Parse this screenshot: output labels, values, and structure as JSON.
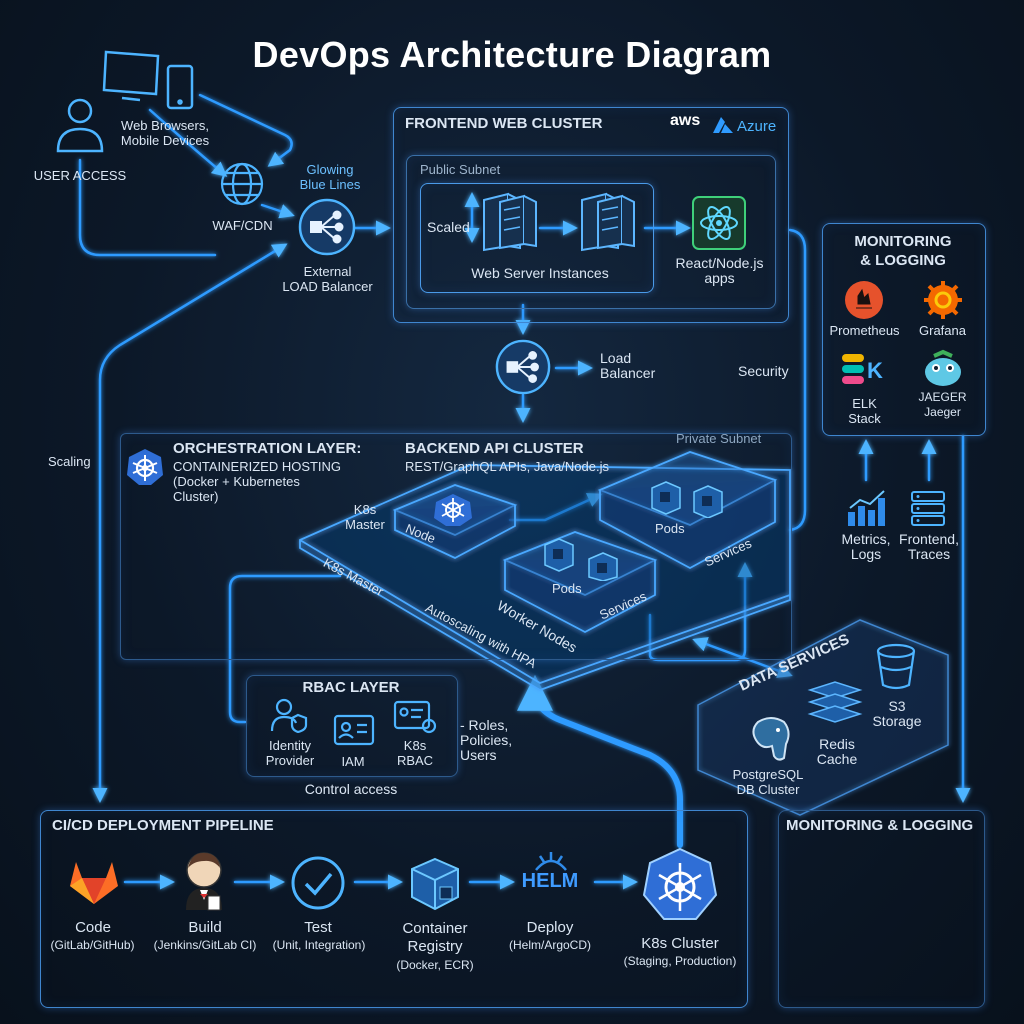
{
  "title": "DevOps Architecture Diagram",
  "user_access": {
    "label": "USER ACCESS",
    "devices_label": "Web Browsers,\nMobile Devices",
    "waf_label": "WAF/CDN",
    "glow_label": "Glowing\nBlue Lines",
    "elb_label": "External\nLOAD Balancer",
    "scaling_label": "Scaling"
  },
  "frontend": {
    "title": "FRONTEND WEB CLUSTER",
    "aws": "aws",
    "azure": "Azure",
    "subnet": "Public Subnet",
    "scaled": "Scaled",
    "instances": "Web Server Instances",
    "apps": "React/Node.js\napps",
    "lb_label": "Load\nBalancer",
    "security": "Security"
  },
  "monitoring_top": {
    "title": "MONITORING\n& LOGGING",
    "tools": [
      "Prometheus",
      "Grafana",
      "ELK\nStack",
      "JAEGER\nJaeger"
    ],
    "metrics": "Metrics,\nLogs",
    "traces": "Frontend,\nTraces"
  },
  "orchestration": {
    "title": "ORCHESTRATION LAYER:",
    "subtitle": "CONTAINERIZED HOSTING\n(Docker + Kubernetes\nCluster)",
    "backend_title": "BACKEND API CLUSTER",
    "backend_sub": "REST/GraphQL APIs, Java/Node.js",
    "private_subnet": "Private Subnet",
    "k8s_master": "K8s\nMaster",
    "node": "Node",
    "k8s_master_edge": "K8s Master",
    "pods": "Pods",
    "services": "Services",
    "worker_nodes": "Worker Nodes",
    "autoscaling": "Autoscaling with HPA"
  },
  "rbac": {
    "title": "RBAC LAYER",
    "items": [
      "Identity\nProvider",
      "IAM",
      "K8s\nRBAC"
    ],
    "roles": "- Roles,\nPolicies,\nUsers",
    "control": "Control access"
  },
  "data_services": {
    "title": "DATA SERVICES",
    "postgres": "PostgreSQL\nDB Cluster",
    "redis": "Redis\nCache",
    "s3": "S3\nStorage"
  },
  "pipeline": {
    "title": "CI/CD DEPLOYMENT PIPELINE",
    "stages": [
      {
        "name": "Code",
        "sub": "(GitLab/GitHub)"
      },
      {
        "name": "Build",
        "sub": "(Jenkins/GitLab CI)"
      },
      {
        "name": "Test",
        "sub": "(Unit, Integration)"
      },
      {
        "name": "Container\nRegistry",
        "sub": "(Docker, ECR)"
      },
      {
        "name": "Deploy",
        "sub": "(Helm/ArgoCD)"
      },
      {
        "name": "K8s Cluster",
        "sub": "(Staging, Production)"
      }
    ],
    "helm": "HELM"
  },
  "monitoring_bottom": {
    "title": "MONITORING & LOGGING"
  },
  "colors": {
    "wire": "#2f9bff",
    "glow": "#5ab8ff",
    "panel_border": "#3f86cf",
    "background": "#0b1522"
  }
}
